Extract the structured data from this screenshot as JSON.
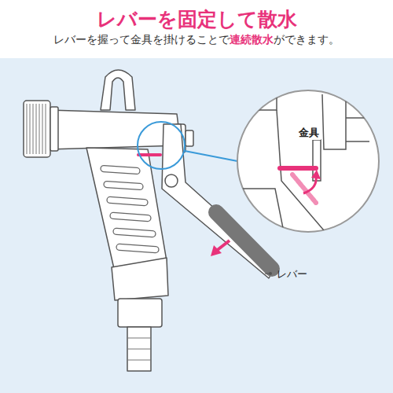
{
  "diagram": {
    "title": "レバーを固定して散水",
    "labels": [
      "レバーを握って金具を掛けることで",
      "連続散水",
      "ができます。",
      "金具",
      "レバー"
    ]
  }
}
